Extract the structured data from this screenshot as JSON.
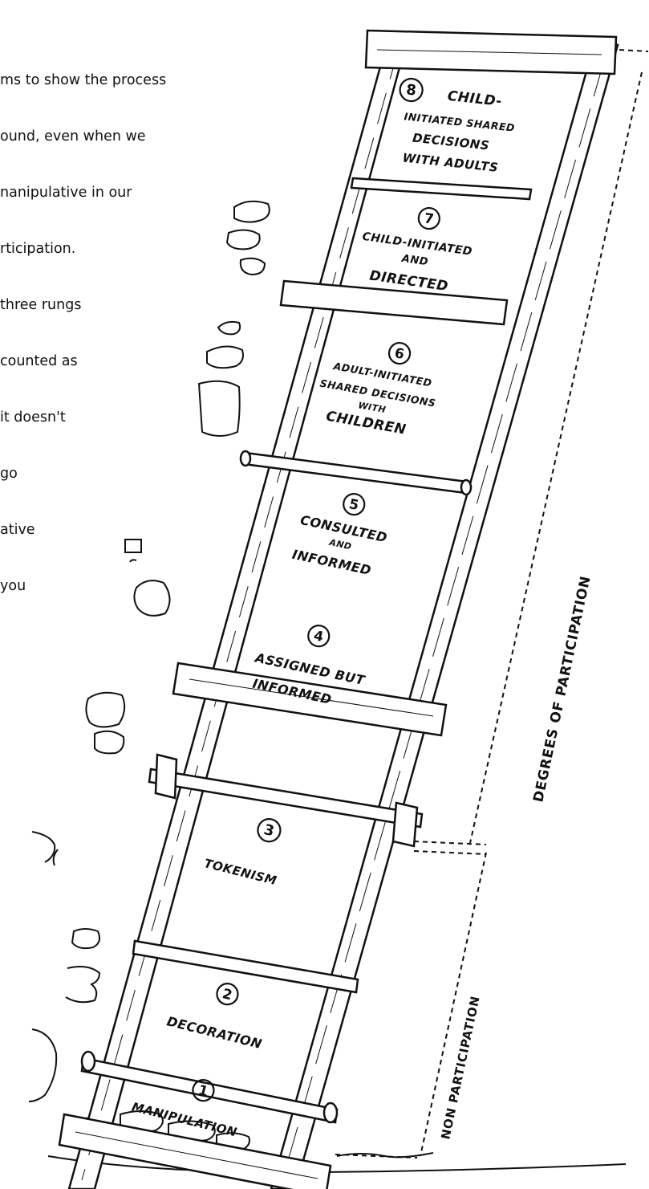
{
  "text_lines": [
    "ms to show the process",
    "ound, even when we",
    "nanipulative in our",
    "rticipation.",
    "three rungs",
    "counted as",
    "it doesn't",
    "go",
    "ative",
    "you"
  ],
  "rungs": [
    {
      "number": "8",
      "lines": [
        "CHILD-",
        "INITIATED SHARED",
        "DECISIONS",
        "WITH ADULTS"
      ]
    },
    {
      "number": "7",
      "lines": [
        "CHILD-INITIATED",
        "AND",
        "DIRECTED"
      ]
    },
    {
      "number": "6",
      "lines": [
        "ADULT-INITIATED",
        "SHARED DECISIONS",
        "WITH",
        "CHILDREN"
      ]
    },
    {
      "number": "5",
      "lines": [
        "CONSULTED",
        "AND",
        "INFORMED"
      ]
    },
    {
      "number": "4",
      "lines": [
        "ASSIGNED BUT",
        "INFORMED"
      ]
    },
    {
      "number": "3",
      "lines": [
        "TOKENISM"
      ]
    },
    {
      "number": "2",
      "lines": [
        "DECORATION"
      ]
    },
    {
      "number": "1",
      "lines": [
        "MANIPULATION"
      ]
    }
  ],
  "side_labels": {
    "degrees": "DEGREES OF PARTICIPATION",
    "non": "NON PARTICIPATION"
  },
  "colors": {
    "ink": "#111111",
    "wood": "#ffffff",
    "background": "#ffffff"
  }
}
